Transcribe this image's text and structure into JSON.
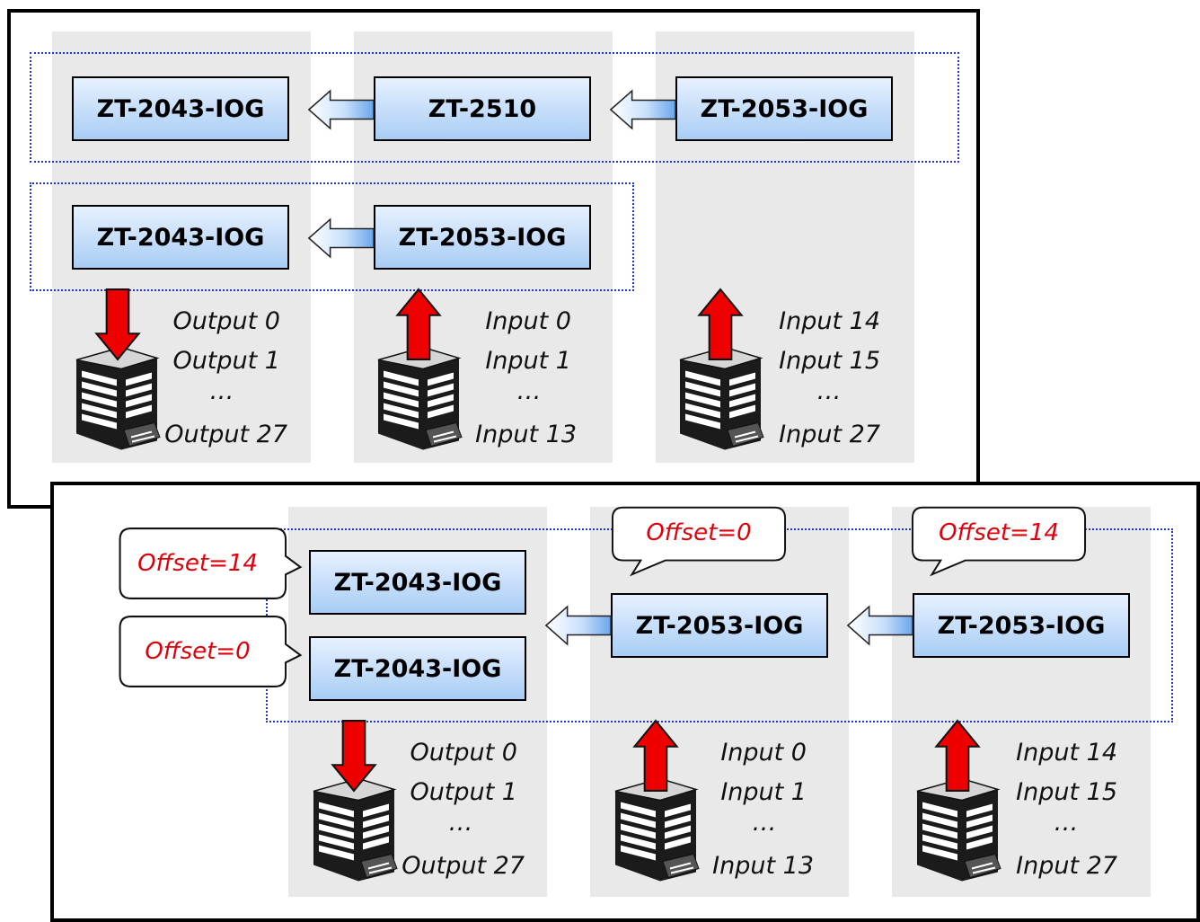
{
  "top_panel": {
    "row1": {
      "devices": [
        "ZT-2043-IOG",
        "ZT-2510",
        "ZT-2053-IOG"
      ]
    },
    "row2": {
      "devices": [
        "ZT-2043-IOG",
        "ZT-2053-IOG"
      ]
    },
    "io_columns": [
      {
        "lines": [
          "Output 0",
          "Output 1",
          "…",
          "Output 27"
        ],
        "arrow": "down"
      },
      {
        "lines": [
          "Input 0",
          "Input 1",
          "…",
          "Input 13"
        ],
        "arrow": "up"
      },
      {
        "lines": [
          "Input 14",
          "Input 15",
          "…",
          "Input 27"
        ],
        "arrow": "up"
      }
    ]
  },
  "bottom_panel": {
    "outputs": [
      {
        "device": "ZT-2043-IOG",
        "offset": "Offset=14"
      },
      {
        "device": "ZT-2043-IOG",
        "offset": "Offset=0"
      }
    ],
    "inputs": [
      {
        "device": "ZT-2053-IOG",
        "offset": "Offset=0"
      },
      {
        "device": "ZT-2053-IOG",
        "offset": "Offset=14"
      }
    ],
    "io_columns": [
      {
        "lines": [
          "Output 0",
          "Output 1",
          "…",
          "Output 27"
        ],
        "arrow": "down"
      },
      {
        "lines": [
          "Input 0",
          "Input 1",
          "…",
          "Input 13"
        ],
        "arrow": "up"
      },
      {
        "lines": [
          "Input 14",
          "Input 15",
          "…",
          "Input 27"
        ],
        "arrow": "up"
      }
    ]
  },
  "colors": {
    "device_fill_top": "#e7f1ff",
    "device_fill_bottom": "#a9cdf5",
    "group_border": "#2233cc",
    "io_arrow": "#ee0000",
    "offset_text": "#e0000b",
    "column_bg": "#e9e9e9"
  },
  "icons": {
    "building": "building-icon",
    "flow_arrow": "left-arrow-icon",
    "io_arrow": "red-up-down-arrow-icon",
    "callout": "speech-bubble"
  }
}
